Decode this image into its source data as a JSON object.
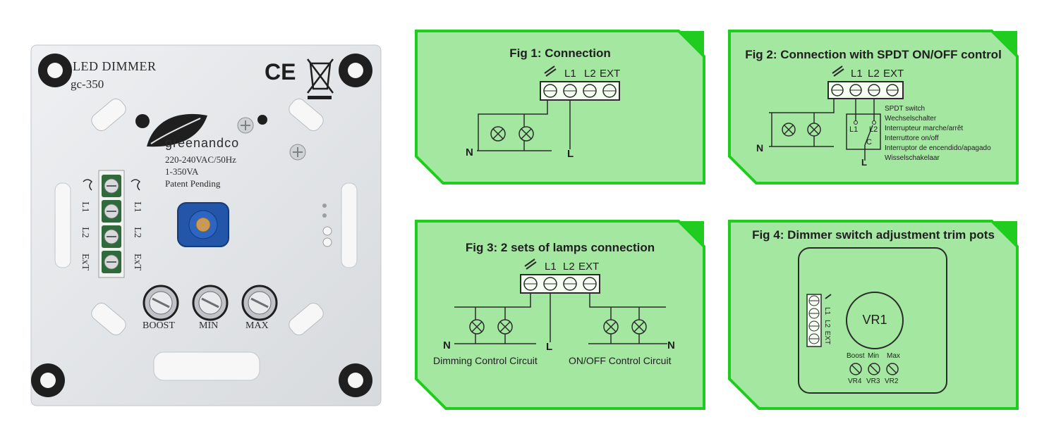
{
  "product": {
    "title": "LED DIMMER",
    "model": "gc-350",
    "brand": "greenandco",
    "specs": [
      "220-240VAC/50Hz",
      "1-350VA",
      "Patent Pending"
    ],
    "terminal_labels": [
      "L1",
      "L2",
      "ExT"
    ],
    "knobs": [
      "BOOST",
      "MIN",
      "MAX"
    ],
    "ce_mark": "CE"
  },
  "fig1": {
    "title": "Fig 1: Connection",
    "terminals": [
      "L1",
      "L2",
      "EXT"
    ],
    "n_label": "N",
    "l_label": "L"
  },
  "fig2": {
    "title": "Fig 2: Connection with SPDT ON/OFF control",
    "terminals": [
      "L1",
      "L2",
      "EXT"
    ],
    "n_label": "N",
    "l_label": "L",
    "switch_l1": "L1",
    "switch_l2": "L2",
    "switch_c": "C",
    "switch_names": [
      "SPDT switch",
      "Wechselschalter",
      "Interrupteur marche/arrêt",
      "Interruttore on/off",
      "Interruptor de encendido/apagado",
      "Wisselschakelaar"
    ]
  },
  "fig3": {
    "title": "Fig 3: 2 sets of lamps connection",
    "terminals": [
      "L1",
      "L2",
      "EXT"
    ],
    "n_left": "N",
    "n_right": "N",
    "l_label": "L",
    "left_circuit": "Dimming Control Circuit",
    "right_circuit": "ON/OFF Control Circuit"
  },
  "fig4": {
    "title": "Fig 4: Dimmer switch adjustment trim pots",
    "terminals": [
      "L1",
      "L2",
      "EXT"
    ],
    "center_pot": "VR1",
    "pots": [
      {
        "name": "Boost",
        "id": "VR4"
      },
      {
        "name": "Min",
        "id": "VR3"
      },
      {
        "name": "Max",
        "id": "VR2"
      }
    ]
  },
  "colors": {
    "panel_fill": "#a3e7a0",
    "panel_border": "#1fcc1f",
    "line": "#2b2b2b",
    "plate": "#e4e6e8",
    "terminal_green": "#2f6b3a",
    "knob_blue": "#2356a8"
  }
}
